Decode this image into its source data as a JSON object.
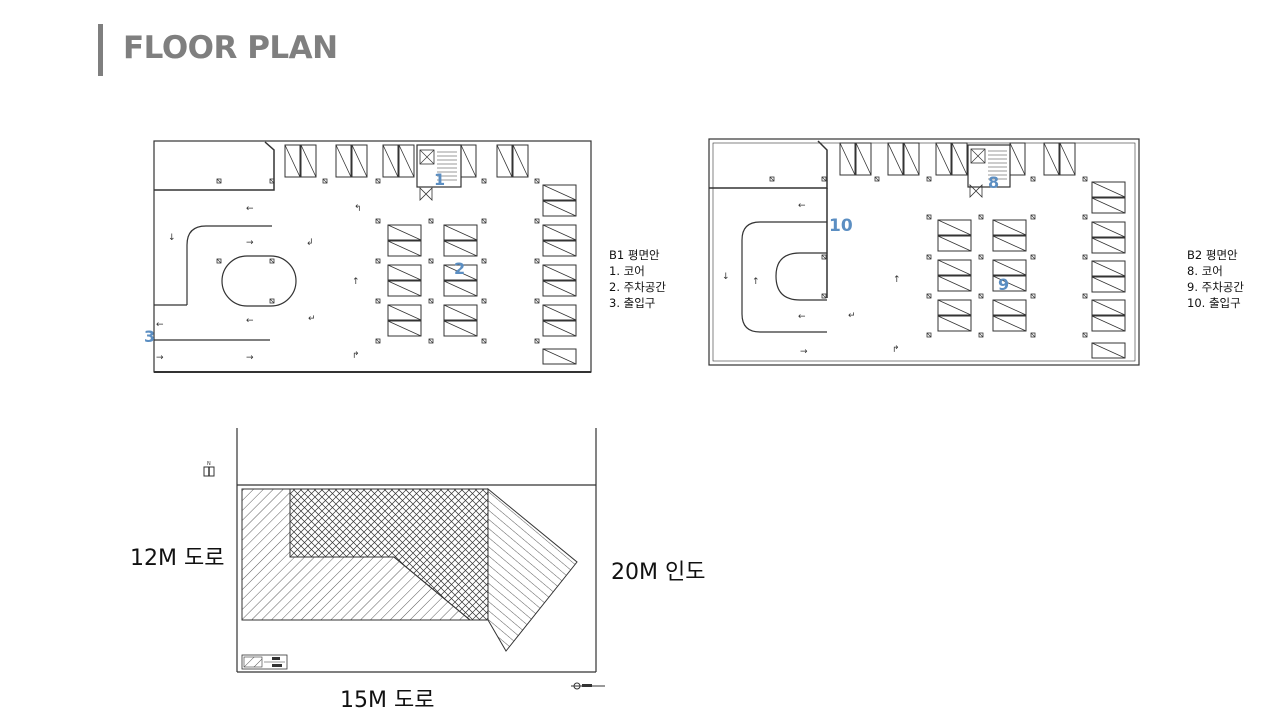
{
  "page": {
    "title": "FLOOR PLAN"
  },
  "b1": {
    "legend": [
      "B1 평면안",
      "1. 코어",
      "2. 주차공간",
      "3. 출입구"
    ],
    "markers": [
      "1",
      "2",
      "3"
    ]
  },
  "b2": {
    "legend": [
      "B2 평면안",
      "8. 코어",
      "9. 주차공간",
      "10. 출입구"
    ],
    "markers": [
      "8",
      "9",
      "10"
    ]
  },
  "site": {
    "road_west": "12M 도로",
    "road_east": "20M 인도",
    "road_south": "15M 도로"
  },
  "colors": {
    "marker": "#5b8ec2",
    "title": "#7f7f7f",
    "line": "#333333"
  }
}
